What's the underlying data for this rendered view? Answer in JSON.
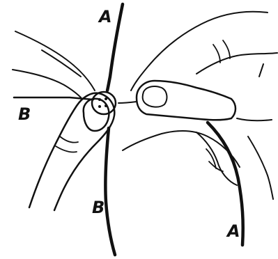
{
  "figure": {
    "description_labels": [
      "A",
      "B",
      "B",
      "A"
    ],
    "labels": {
      "top_strand_end": "A",
      "left_strand_end": "B",
      "bottom_strand_end": "B",
      "right_strand_end": "A"
    },
    "colors": {
      "ink": "#111111",
      "background": "#ffffff"
    },
    "icons": [
      "left-hand-icon",
      "right-hand-icon",
      "button-icon",
      "thread-icon"
    ]
  }
}
